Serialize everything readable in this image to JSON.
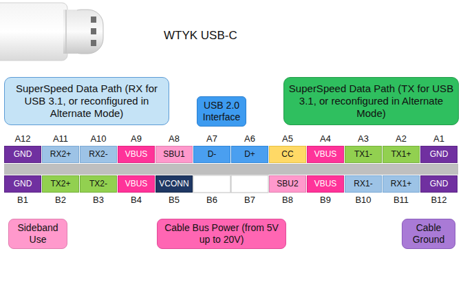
{
  "diagram": {
    "title": "WTYK USB-C",
    "nodes": [
      {
        "text": [
          "SuperSpeed Data Path (RX for USB 3.1, or reconfigured in Alternate Mode)"
        ]
      },
      {
        "text": [
          "USB 2.0 Interface"
        ]
      },
      {
        "text": [
          "SuperSpeed Data Path (TX for USB 3.1, or reconfigured in Alternate Mode)"
        ]
      },
      {
        "text": [
          "GND"
        ]
      },
      {
        "text": [
          "RX2+"
        ]
      },
      {
        "text": [
          "RX2-"
        ]
      },
      {
        "text": [
          "VBUS"
        ]
      },
      {
        "text": [
          "SBU1"
        ]
      },
      {
        "text": [
          "D-"
        ]
      },
      {
        "text": [
          "D+"
        ]
      },
      {
        "text": [
          "CC"
        ]
      },
      {
        "text": [
          "VBUS"
        ]
      },
      {
        "text": [
          "TX1-"
        ]
      },
      {
        "text": [
          "TX1+"
        ]
      },
      {
        "text": [
          "GND"
        ]
      },
      {
        "text": [
          "GND"
        ]
      },
      {
        "text": [
          "TX2+"
        ]
      },
      {
        "text": [
          "TX2-"
        ]
      },
      {
        "text": [
          "VBUS"
        ]
      },
      {
        "text": [
          "VCONN"
        ]
      },
      {
        "text": [
          "SBU2"
        ]
      },
      {
        "text": [
          "VBUS"
        ]
      },
      {
        "text": [
          "RX1-"
        ]
      },
      {
        "text": [
          "RX1+"
        ]
      },
      {
        "text": [
          "GND"
        ]
      },
      {
        "text": [
          "Sideband Use"
        ]
      },
      {
        "text": [
          "Cable Bus Power (from 5V up to 20V)"
        ]
      },
      {
        "text": [
          "Cable Ground"
        ]
      }
    ],
    "labels": [
      "A12",
      "A11",
      "A10",
      "A9",
      "A8",
      "A7",
      "A6",
      "A5",
      "A4",
      "A3",
      "A2",
      "A1",
      "B1",
      "B2",
      "B3",
      "B4",
      "B5",
      "B6",
      "B7",
      "B8",
      "B9",
      "B10",
      "B11",
      "B12"
    ]
  }
}
